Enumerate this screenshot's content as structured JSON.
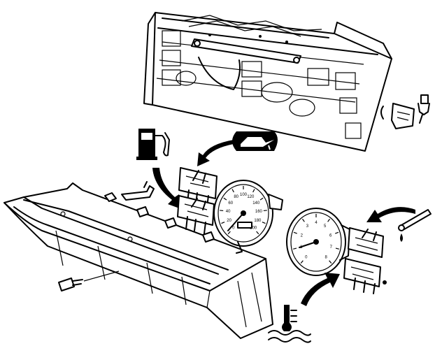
{
  "illustration": {
    "colors": {
      "ink": "#000000",
      "paper": "#ffffff"
    },
    "callouts": [
      {
        "icon": "fuel-pump-icon"
      },
      {
        "icon": "oil-can-icon"
      },
      {
        "icon": "coolant-temperature-icon"
      }
    ],
    "speedometer_scale": [
      "0",
      "20",
      "40",
      "60",
      "80",
      "100",
      "120",
      "140",
      "160",
      "180",
      "200"
    ],
    "tachometer_scale": [
      "0",
      "1",
      "2",
      "3",
      "4",
      "5",
      "6",
      "7",
      "8"
    ]
  }
}
